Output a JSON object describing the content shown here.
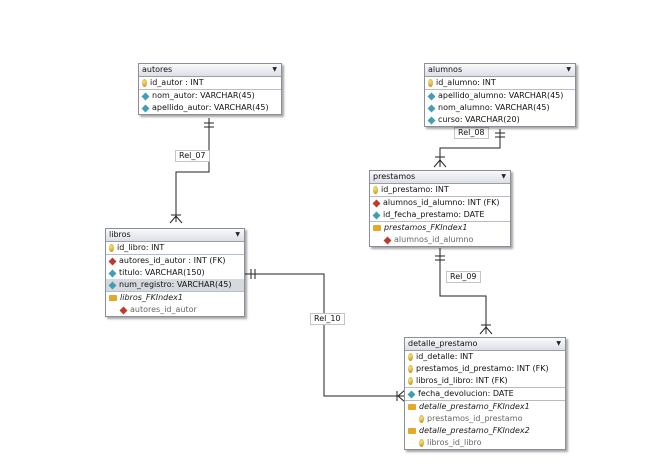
{
  "tables": {
    "autores": {
      "title": "autores",
      "rows": [
        "id_autor : INT",
        "nom_autor: VARCHAR(45)",
        "apellido_autor: VARCHAR(45)"
      ]
    },
    "alumnos": {
      "title": "alumnos",
      "rows": [
        "id_alumno: INT",
        "apellido_alumno: VARCHAR(45)",
        "nom_alumno: VARCHAR(45)",
        "curso: VARCHAR(20)"
      ]
    },
    "prestamos": {
      "title": "prestamos",
      "rows": [
        "id_prestamo: INT",
        "alumnos_id_alumno: INT (FK)",
        "id_fecha_prestamo: DATE"
      ],
      "index": "prestamos_FKIndex1",
      "index_col": "alumnos_id_alumno"
    },
    "libros": {
      "title": "libros",
      "rows": [
        "id_libro: INT",
        "autores_id_autor : INT (FK)",
        "titulo: VARCHAR(150)",
        "num_registro: VARCHAR(45)"
      ],
      "index": "libros_FKIndex1",
      "index_col": "autores_id_autor"
    },
    "detalle": {
      "title": "detalle_prestamo",
      "rows": [
        "id_detalle: INT",
        "prestamos_id_prestamo: INT (FK)",
        "libros_id_libro: INT (FK)",
        "fecha_devolucion: DATE"
      ],
      "index1": "detalle_prestamo_FKIndex1",
      "index1_col": "prestamos_id_prestamo",
      "index2": "detalle_prestamo_FKIndex2",
      "index2_col": "libros_id_libro"
    }
  },
  "relations": [
    "Rel_07",
    "Rel_08",
    "Rel_09",
    "Rel_10"
  ],
  "icons": {
    "primary_key": "key-icon",
    "column": "column-icon",
    "foreign_key": "foreign-key-icon",
    "index": "index-folder-icon"
  }
}
